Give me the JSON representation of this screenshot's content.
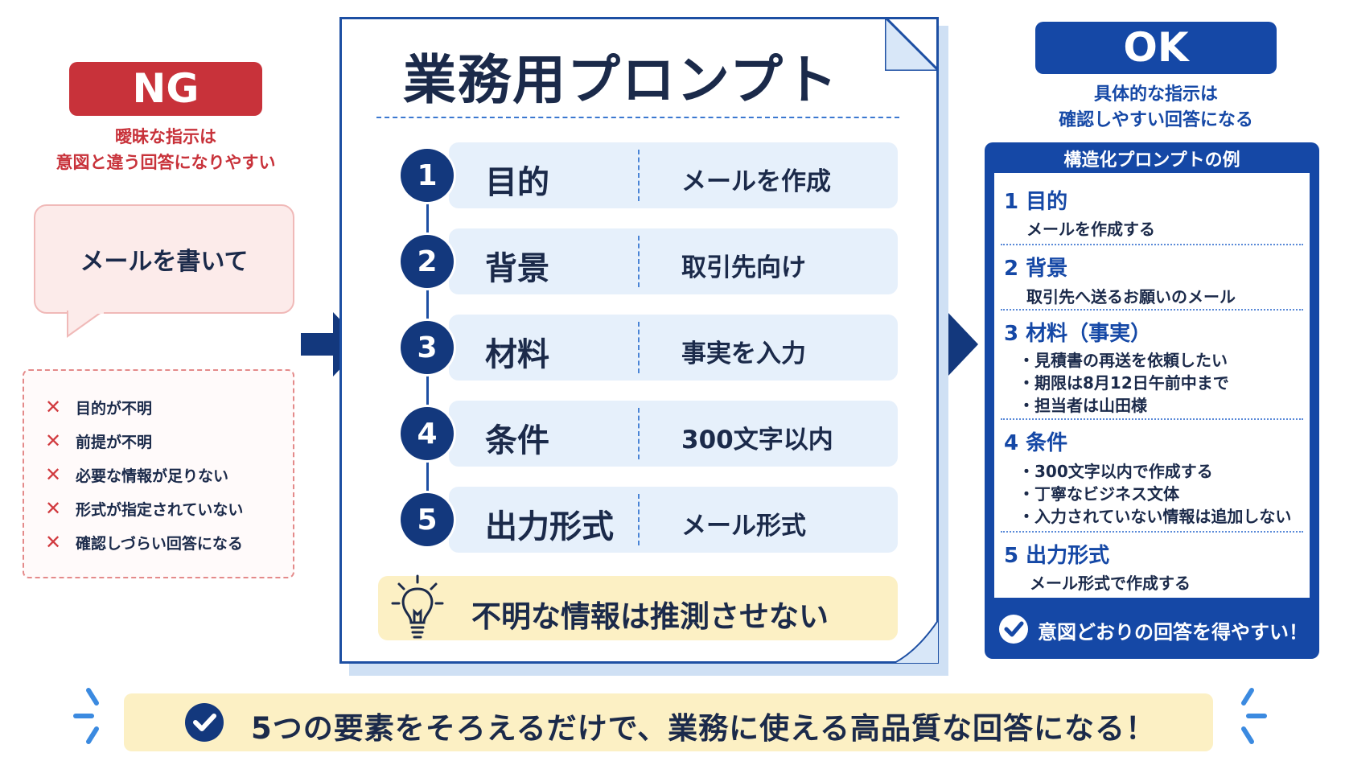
{
  "ng": {
    "badge": "NG",
    "caption_line1": "曖昧な指示は",
    "caption_line2": "意図と違う回答になりやすい",
    "bubble": "メールを書いて",
    "issues": [
      "目的が不明",
      "前提が不明",
      "必要な情報が足りない",
      "形式が指定されていない",
      "確認しづらい回答になる"
    ]
  },
  "doc": {
    "title": "業務用プロンプト",
    "rows": [
      {
        "num": "1",
        "label": "目的",
        "value": "メールを作成"
      },
      {
        "num": "2",
        "label": "背景",
        "value": "取引先向け"
      },
      {
        "num": "3",
        "label": "材料",
        "value": "事実を入力"
      },
      {
        "num": "4",
        "label": "条件",
        "value": "300文字以内"
      },
      {
        "num": "5",
        "label": "出力形式",
        "value": "メール形式"
      }
    ],
    "tip": "不明な情報は推測させない"
  },
  "ok": {
    "badge": "OK",
    "caption_line1": "具体的な指示は",
    "caption_line2": "確認しやすい回答になる",
    "card_title": "構造化プロンプトの例",
    "s1_head": "1 目的",
    "s1_text": "メールを作成する",
    "s2_head": "2 背景",
    "s2_text": "取引先へ送るお願いのメール",
    "s3_head": "3 材料（事実）",
    "s3_b1": "・見積書の再送を依頼したい",
    "s3_b2": "・期限は8月12日午前中まで",
    "s3_b3": "・担当者は山田様",
    "s4_head": "4 条件",
    "s4_b1": "・300文字以内で作成する",
    "s4_b2": "・丁寧なビジネス文体",
    "s4_b3": "・入力されていない情報は追加しない",
    "s5_head": "5 出力形式",
    "s5_text": "メール形式で作成する",
    "footer": "意図どおりの回答を得やすい！"
  },
  "banner": {
    "text": "5つの要素をそろえるだけで、業務に使える高品質な回答になる！"
  },
  "colors": {
    "ng_red": "#c8323a",
    "ok_blue": "#1548a6",
    "navy": "#13387d",
    "row_bg": "#e6f0fb",
    "highlight_yellow": "#fcf0c4"
  }
}
